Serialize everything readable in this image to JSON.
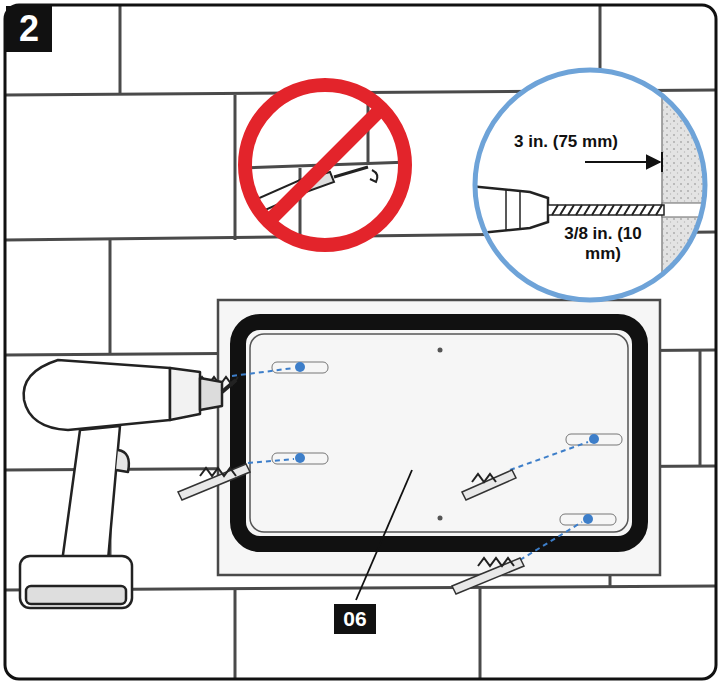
{
  "diagram": {
    "labels": [
      "2",
      "3 in. (75 mm)",
      "3/8 in. (10 mm)",
      "06"
    ]
  }
}
